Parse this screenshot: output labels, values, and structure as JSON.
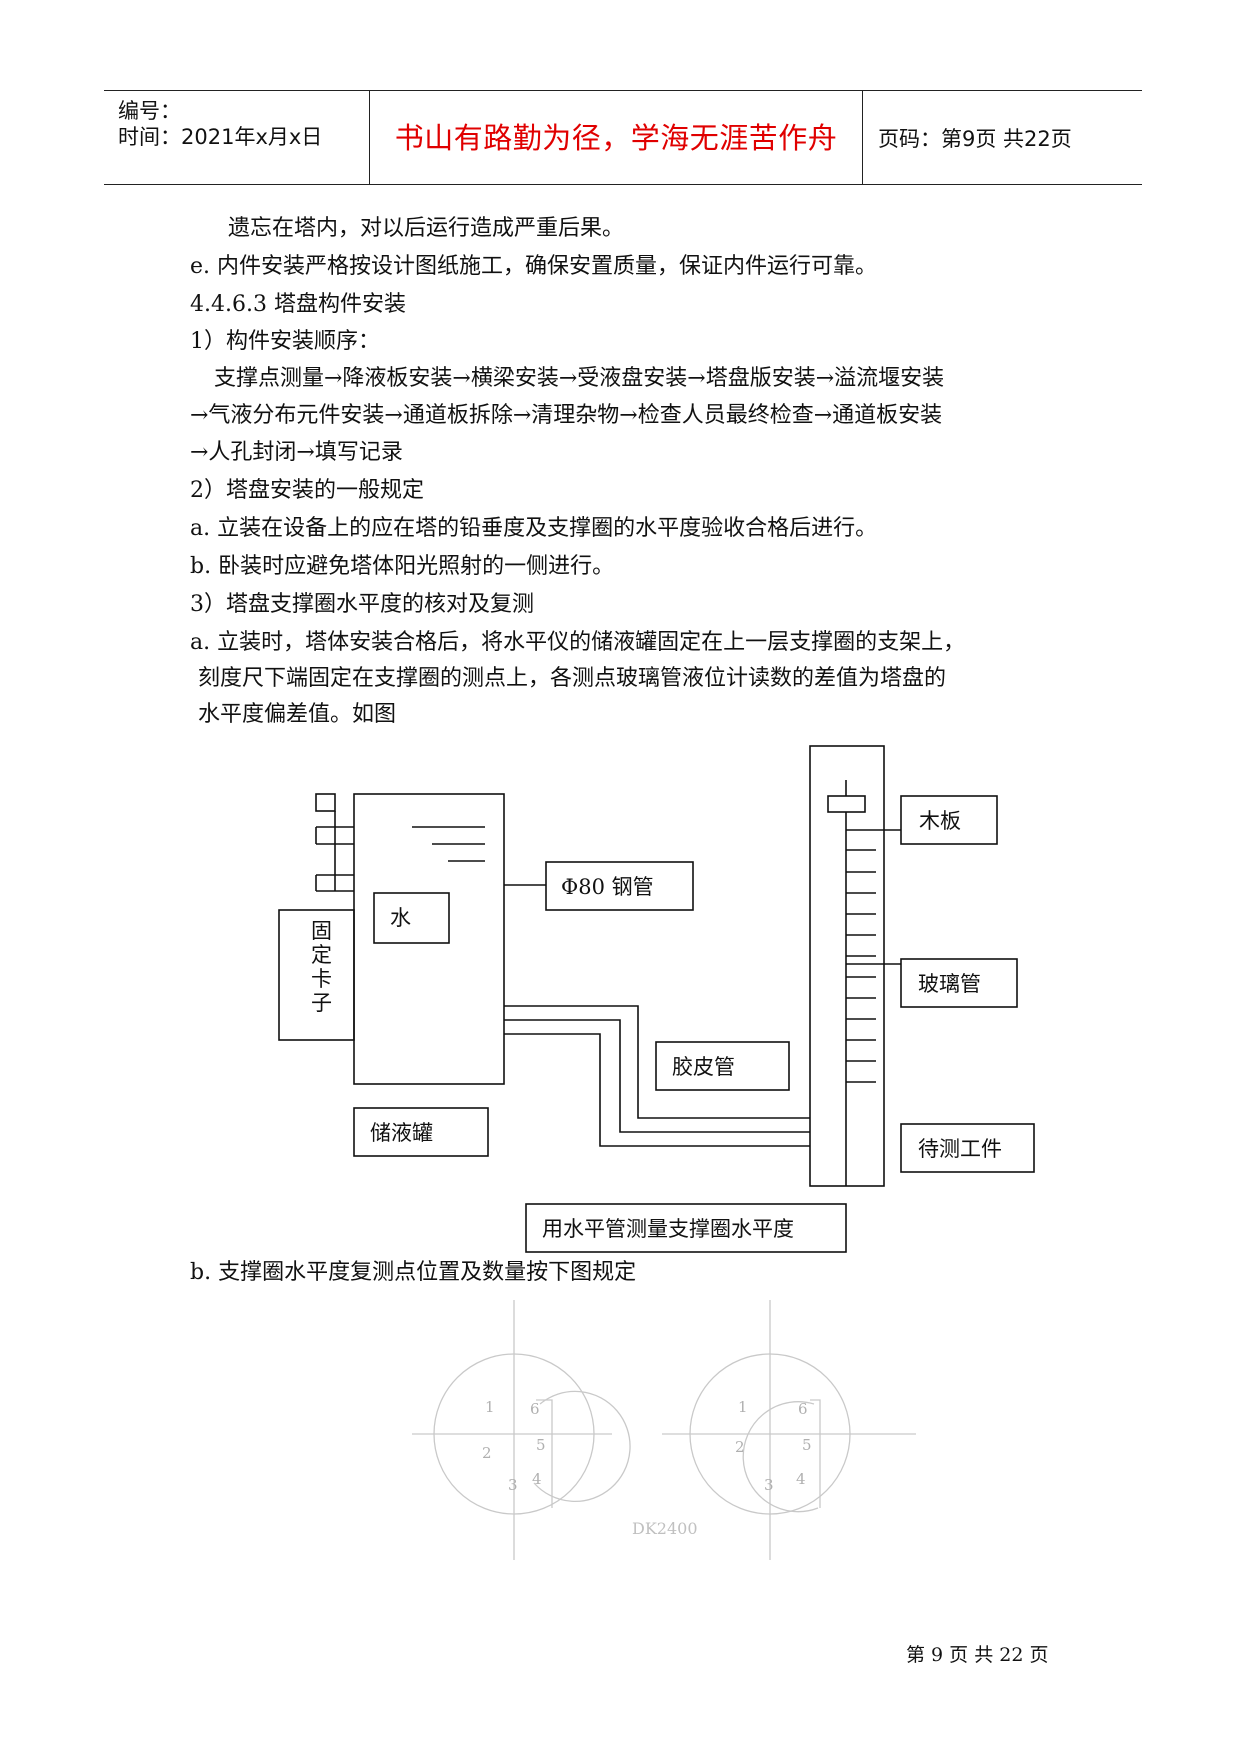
{
  "header": {
    "number_label": "编号：",
    "time_label": "时间：2021年x月x日",
    "motto": "书山有路勤为径，学海无涯苦作舟",
    "page_label": "页码：第9页  共22页"
  },
  "body": {
    "lines": [
      "遗忘在塔内，对以后运行造成严重后果。",
      "e.  内件安装严格按设计图纸施工，确保安置质量，保证内件运行可靠。",
      "4.4.6.3  塔盘构件安装",
      "1）构件安装顺序：",
      "支撑点测量→降液板安装→横梁安装→受液盘安装→塔盘版安装→溢流堰安装",
      "→气液分布元件安装→通道板拆除→清理杂物→检查人员最终检查→通道板安装",
      "→人孔封闭→填写记录",
      "2）塔盘安装的一般规定",
      "a.  立装在设备上的应在塔的铅垂度及支撑圈的水平度验收合格后进行。",
      "b.  卧装时应避免塔体阳光照射的一侧进行。",
      "3）塔盘支撑圈水平度的核对及复测",
      "a.  立装时，塔体安装合格后，将水平仪的储液罐固定在上一层支撑圈的支架上，",
      "刻度尺下端固定在支撑圈的测点上，各测点玻璃管液位计读数的差值为塔盘的",
      "水平度偏差值。如图",
      "b.  支撑圈水平度复测点位置及数量按下图规定"
    ]
  },
  "figure1": {
    "labels": {
      "steel_pipe": "Φ80 钢管",
      "water": "水",
      "fixing_clamp": "固定卡子",
      "rubber_hose": "胶皮管",
      "tank": "储液罐",
      "wood_board": "木板",
      "glass_tube": "玻璃管",
      "workpiece": "待测工件",
      "caption": "用水平管测量支撑圈水平度"
    }
  },
  "figure2": {
    "left_circle_numbers": [
      "1",
      "6",
      "2",
      "5",
      "3",
      "4"
    ],
    "right_circle_numbers": [
      "1",
      "6",
      "2",
      "5",
      "3",
      "4"
    ],
    "label": "DK2400"
  },
  "footer": {
    "page_text": "第 9 页 共 22 页"
  }
}
